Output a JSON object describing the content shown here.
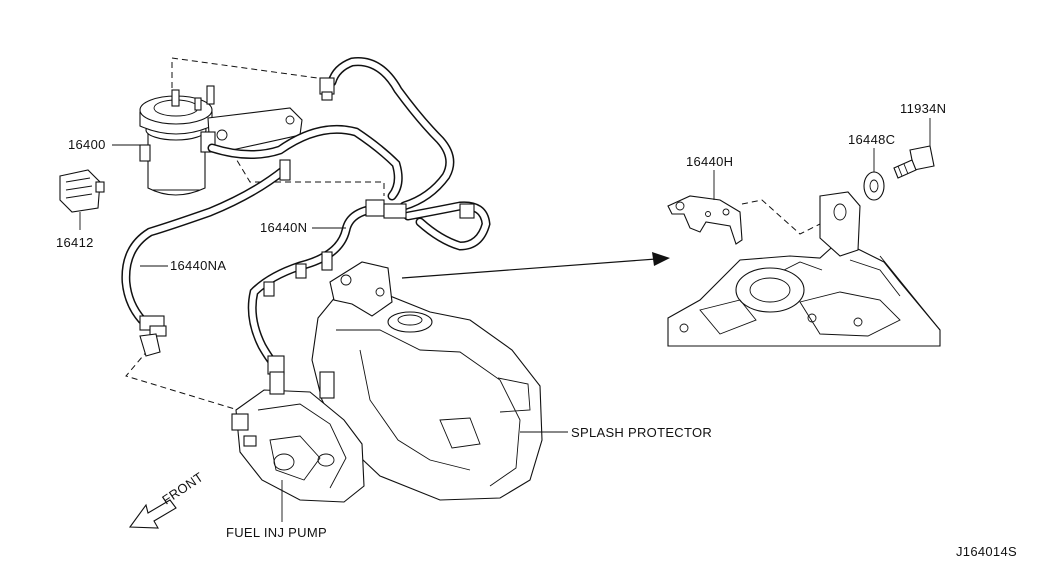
{
  "labels": {
    "filter": "16400",
    "sensor": "16412",
    "hose_na": "16440NA",
    "hose_n": "16440N",
    "bracket": "16440H",
    "washer": "16448C",
    "bolt": "11934N",
    "splash": "SPLASH PROTECTOR",
    "pump": "FUEL INJ PUMP",
    "front": "FRONT",
    "diagram_code": "J164014S"
  }
}
